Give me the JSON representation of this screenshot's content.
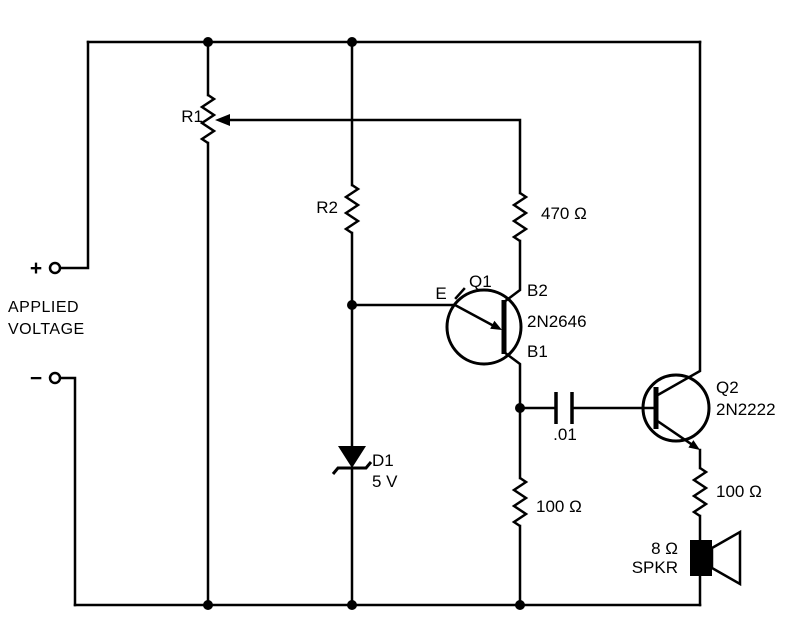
{
  "colors": {
    "ink": "#000000",
    "paper": "#ffffff"
  },
  "power": {
    "plus": "+",
    "minus": "−",
    "label_line1": "APPLIED",
    "label_line2": "VOLTAGE"
  },
  "components": {
    "r1": {
      "label": "R1"
    },
    "r2": {
      "label": "R2"
    },
    "r470": {
      "label": "470 Ω"
    },
    "r100_oscillator": {
      "label": "100 Ω"
    },
    "r100_output": {
      "label": "100 Ω"
    },
    "c1": {
      "label": ".01"
    },
    "d1": {
      "label": "D1",
      "value": "5 V"
    },
    "q1": {
      "label": "Q1",
      "part": "2N2646",
      "emitter": "E",
      "base2": "B2",
      "base1": "B1"
    },
    "q2": {
      "label": "Q2",
      "part": "2N2222"
    },
    "speaker": {
      "impedance": "8 Ω",
      "label": "SPKR"
    }
  }
}
